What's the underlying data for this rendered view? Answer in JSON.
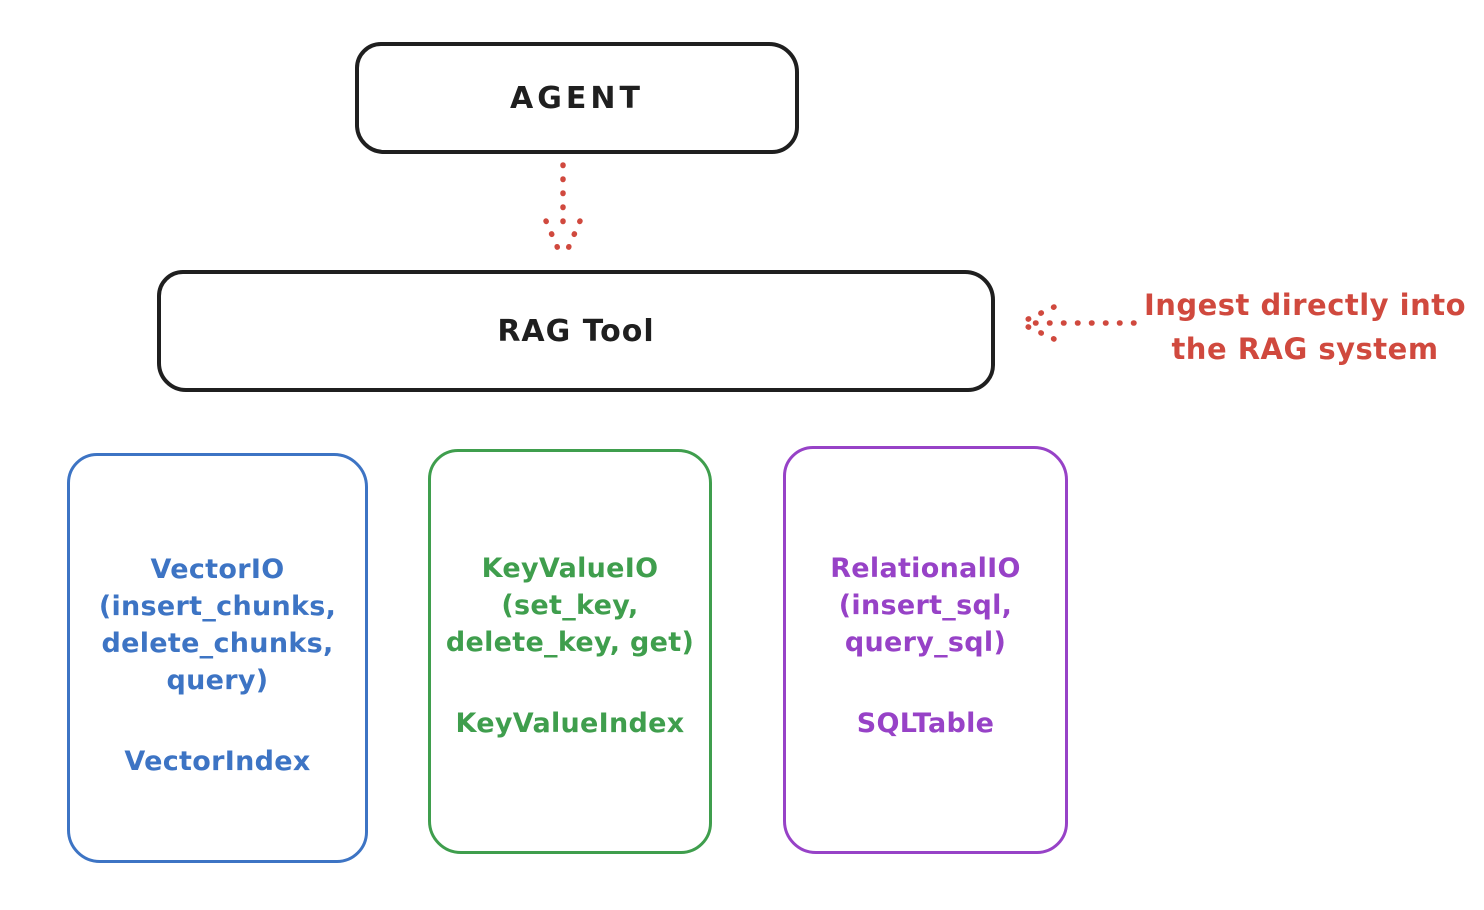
{
  "diagram": {
    "background": "#ffffff",
    "colors": {
      "stroke": "#1f1f1f",
      "red": "#d0493e",
      "blue": "#3d74c4",
      "green": "#3f9e4d",
      "purple": "#9742c7"
    },
    "agent": {
      "label": "AGENT"
    },
    "rag_tool": {
      "label": "RAG Tool"
    },
    "annotation": {
      "line1": "Ingest directly into",
      "line2": "the RAG system"
    },
    "io_boxes": [
      {
        "name": "vector-io",
        "color": "#3d74c4",
        "lines": [
          "VectorIO",
          "(insert_chunks,",
          "delete_chunks,",
          "query)"
        ],
        "index_label": "VectorIndex"
      },
      {
        "name": "keyvalue-io",
        "color": "#3f9e4d",
        "lines": [
          "KeyValueIO",
          "(set_key,",
          "delete_key, get)"
        ],
        "index_label": "KeyValueIndex"
      },
      {
        "name": "relational-io",
        "color": "#9742c7",
        "lines": [
          "RelationalIO",
          "(insert_sql,",
          "query_sql)"
        ],
        "index_label": "SQLTable"
      }
    ]
  }
}
